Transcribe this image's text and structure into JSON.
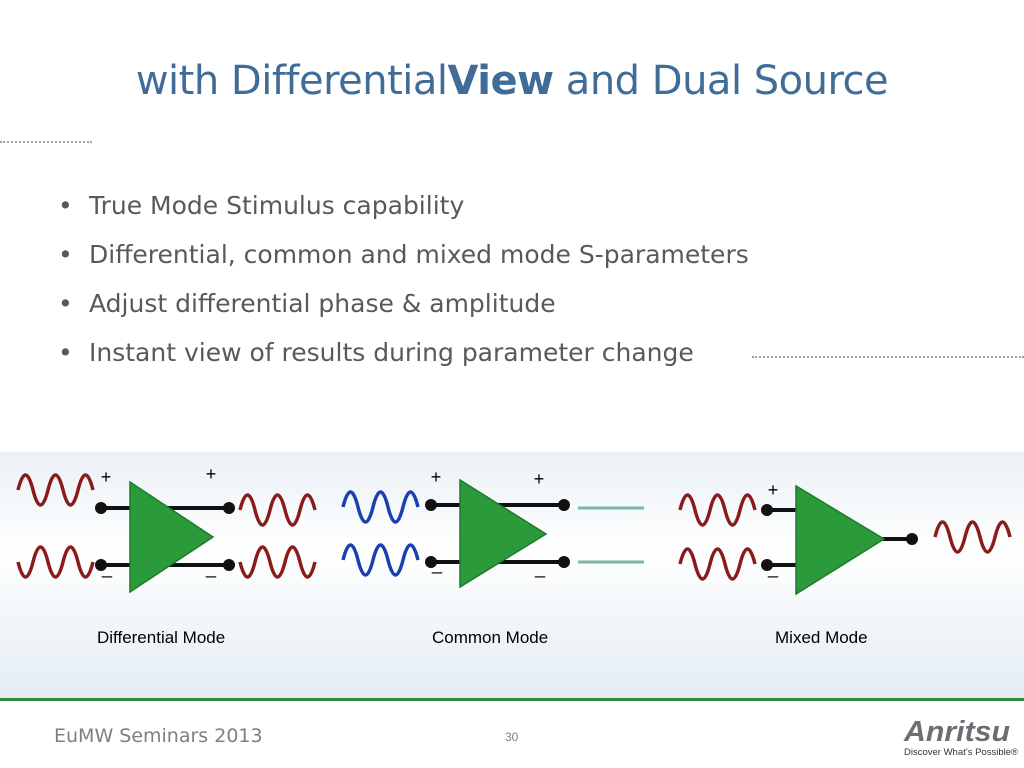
{
  "title": {
    "pre": "with Differential",
    "bold": "View",
    "post": " and Dual Source"
  },
  "bullets": [
    "True Mode Stimulus capability",
    "Differential, common and mixed mode S-parameters",
    "Adjust differential phase & amplitude",
    "Instant view of results during parameter change"
  ],
  "bullet_glyph": "•",
  "diagrams": {
    "plus": "+",
    "minus": "_",
    "captions": [
      "Differential Mode",
      "Common Mode",
      "Mixed Mode"
    ]
  },
  "colors": {
    "title": "#3f6d97",
    "wave_red": "#8b1a1a",
    "wave_blue": "#1a3fb0",
    "amp_green": "#2a9a3a",
    "bar_green": "#2e8b3a",
    "flat_line": "#7ab8a0"
  },
  "footer": {
    "left": "EuMW Seminars 2013",
    "page": "30",
    "logo_text": "Anritsu",
    "tagline": "Discover What’s Possible®"
  },
  "icons": {
    "bullet": "bullet-dot-icon",
    "amplifier": "amplifier-triangle-icon",
    "wave": "sine-wave-icon"
  }
}
